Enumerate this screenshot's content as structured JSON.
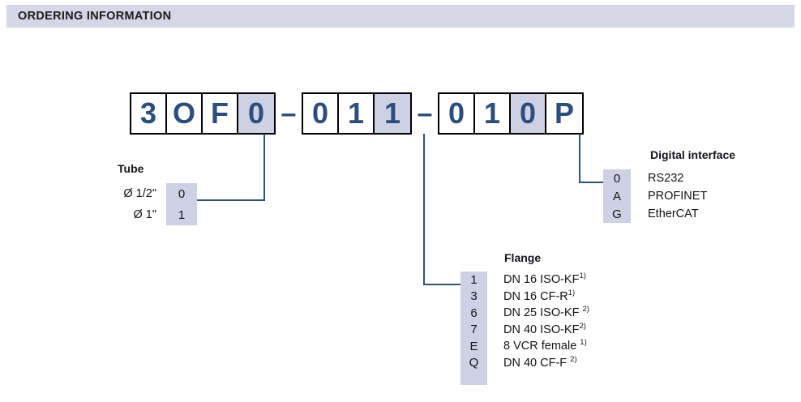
{
  "header": {
    "title": "ORDERING INFORMATION",
    "bar_color": "#d6d7e4"
  },
  "order_code": {
    "char_color": "#2d4d7c",
    "highlight_color": "#ced0e3",
    "separator": "–",
    "groups": [
      {
        "name": "group-1",
        "cells": [
          {
            "char": "3",
            "highlighted": false
          },
          {
            "char": "O",
            "highlighted": false
          },
          {
            "char": "F",
            "highlighted": false
          },
          {
            "char": "0",
            "highlighted": true
          }
        ]
      },
      {
        "name": "group-2",
        "cells": [
          {
            "char": "0",
            "highlighted": false
          },
          {
            "char": "1",
            "highlighted": false
          },
          {
            "char": "1",
            "highlighted": true
          }
        ]
      },
      {
        "name": "group-3",
        "cells": [
          {
            "char": "0",
            "highlighted": false
          },
          {
            "char": "1",
            "highlighted": false
          },
          {
            "char": "0",
            "highlighted": true
          },
          {
            "char": "P",
            "highlighted": false
          }
        ]
      }
    ]
  },
  "tube": {
    "title": "Tube",
    "rows": [
      {
        "label": "Ø 1/2\"",
        "code": "0"
      },
      {
        "label": "Ø 1\"",
        "code": "1"
      }
    ]
  },
  "flange": {
    "title": "Flange",
    "rows": [
      {
        "code": "1",
        "desc": "DN 16 ISO-KF",
        "footnote": "1)"
      },
      {
        "code": "3",
        "desc": "DN 16 CF-R",
        "footnote": "1)"
      },
      {
        "code": "6",
        "desc": "DN 25 ISO-KF ",
        "footnote": "2)"
      },
      {
        "code": "7",
        "desc": "DN 40 ISO-KF",
        "footnote": "2)"
      },
      {
        "code": "E",
        "desc": "8 VCR female ",
        "footnote": "1)"
      },
      {
        "code": "Q",
        "desc": "DN 40 CF-F ",
        "footnote": "2)"
      }
    ]
  },
  "digital_interface": {
    "title": "Digital interface",
    "rows": [
      {
        "code": "0",
        "desc": "RS232"
      },
      {
        "code": "A",
        "desc": "PROFINET"
      },
      {
        "code": "G",
        "desc": "EtherCAT"
      }
    ]
  }
}
